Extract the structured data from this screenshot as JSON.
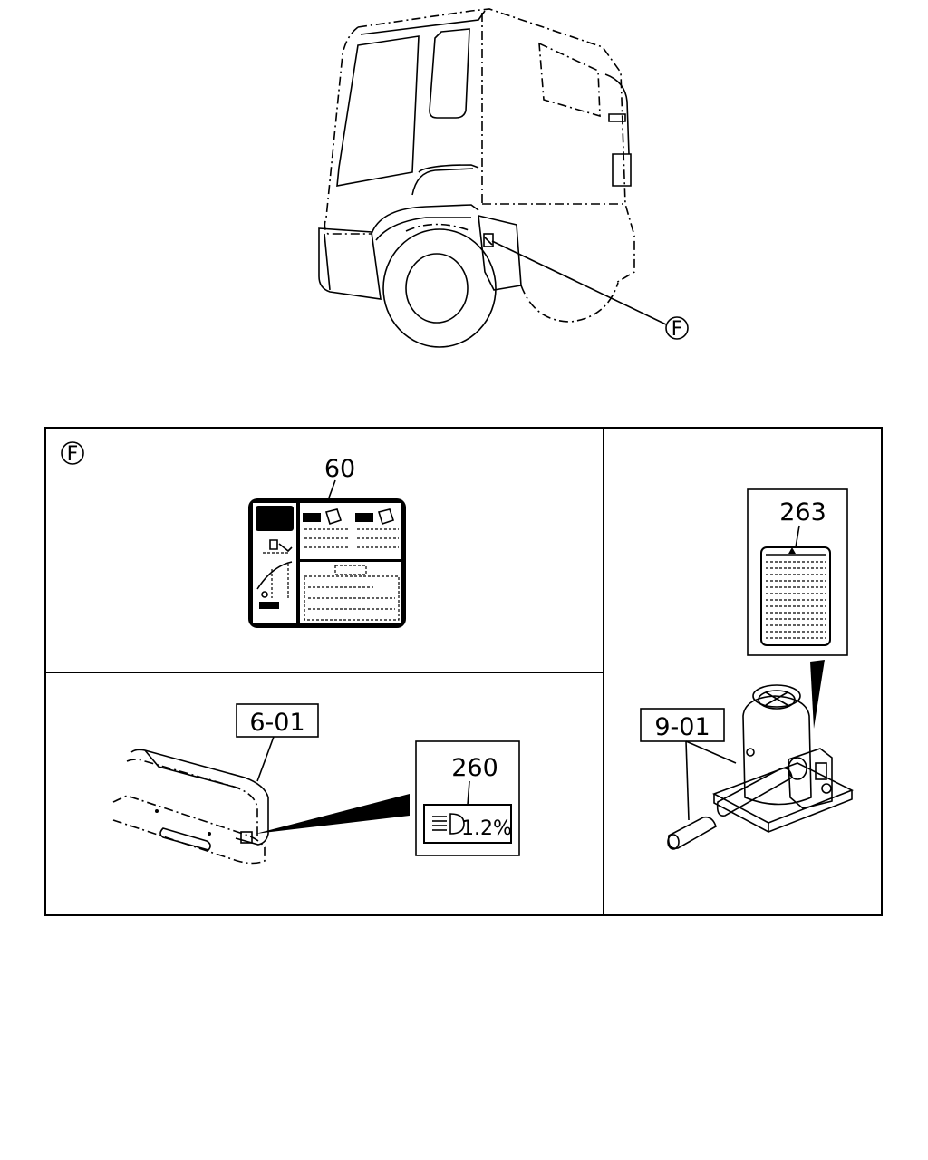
{
  "callouts": {
    "cab_ref": "F",
    "panel_ref": "F",
    "label_60": "60",
    "label_6_01": "6-01",
    "label_260": "260",
    "headlamp_text": "1.2%",
    "label_263": "263",
    "label_9_01": "9-01"
  },
  "icons": [
    "truck-cab",
    "caution-label",
    "bumper",
    "headlamp-aim-label",
    "jack-label",
    "bottle-jack"
  ],
  "colors": {
    "ink": "#000000",
    "paper": "#ffffff"
  }
}
